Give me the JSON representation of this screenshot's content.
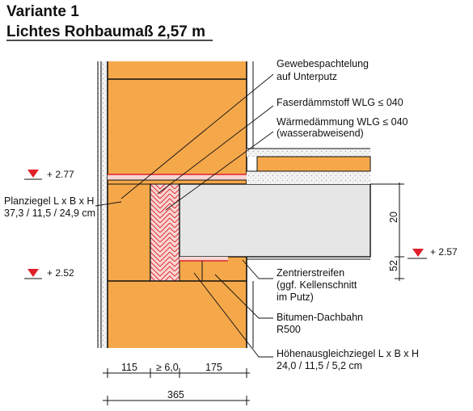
{
  "title": {
    "line1": "Variante 1",
    "line2": "Lichtes Rohbaumaß 2,57 m"
  },
  "levels": {
    "top": "+ 2.77",
    "bottom": "+ 2.52",
    "right": "+ 2.57"
  },
  "labels": {
    "gewebe": [
      "Gewebespachtelung",
      "auf Unterputz"
    ],
    "faser": [
      "Faserdämmstoff WLG ≤ 040"
    ],
    "waerme": [
      "Wärmedämmung WLG ≤ 040",
      "(wasserabweisend)"
    ],
    "planziegel": [
      "Planziegel L x B x H",
      "37,3 / 11,5 / 24,9 cm"
    ],
    "zentrier": [
      "Zentrierstreifen",
      "(ggf. Kellenschnitt",
      "im Putz)"
    ],
    "bitumen": [
      "Bitumen-Dachbahn",
      "R500"
    ],
    "hoehen": [
      "Höhenausgleichziegel L x B x H",
      "24,0 / 11,5 / 5,2 cm"
    ]
  },
  "dimensions": {
    "bottom_parts": [
      "115",
      "≥ 6,0",
      "175"
    ],
    "bottom_total": "365",
    "right_parts": [
      "20",
      "52"
    ]
  },
  "colors": {
    "brick": "#f5a84a",
    "slab": "#e6e6e6",
    "insulation_pink": "#f7d6d2",
    "insulation_red": "#e0202a",
    "level_marker": "#e0202a"
  }
}
